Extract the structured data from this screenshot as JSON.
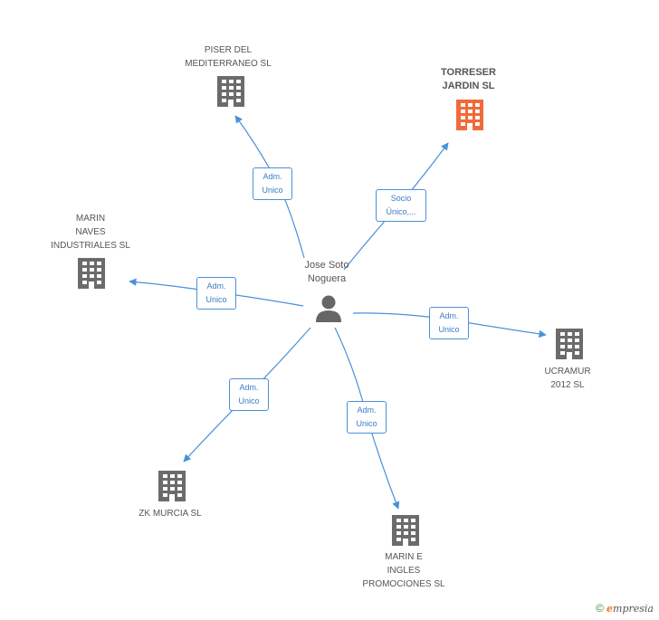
{
  "center": {
    "name": "Jose Soto\nNoguera"
  },
  "companies": [
    {
      "key": "piser",
      "name": "PISER DEL\nMEDITERRANEO SL",
      "highlight": false
    },
    {
      "key": "torreser",
      "name": "TORRESER\nJARDIN SL",
      "highlight": true
    },
    {
      "key": "marin_naves",
      "name": "MARIN\nNAVES\nINDUSTRIALES SL",
      "highlight": false
    },
    {
      "key": "ucramur",
      "name": "UCRAMUR\n2012 SL",
      "highlight": false
    },
    {
      "key": "zk",
      "name": "ZK MURCIA  SL",
      "highlight": false
    },
    {
      "key": "marin_ingles",
      "name": "MARIN E\nINGLES\nPROMOCIONES SL",
      "highlight": false
    }
  ],
  "relations": [
    {
      "to": "piser",
      "label": "Adm.\nUnico"
    },
    {
      "to": "torreser",
      "label": "Socio\nÚnico,..."
    },
    {
      "to": "marin_naves",
      "label": "Adm.\nUnico"
    },
    {
      "to": "ucramur",
      "label": "Adm.\nUnico"
    },
    {
      "to": "zk",
      "label": "Adm.\nUnico"
    },
    {
      "to": "marin_ingles",
      "label": "Adm.\nUnico"
    }
  ],
  "colors": {
    "edge": "#4a90d9",
    "building": "#6b6b6b",
    "highlight": "#f06a3a",
    "person": "#666666"
  },
  "footer": {
    "copyright": "©",
    "brand_first": "e",
    "brand_rest": "mpresia"
  }
}
